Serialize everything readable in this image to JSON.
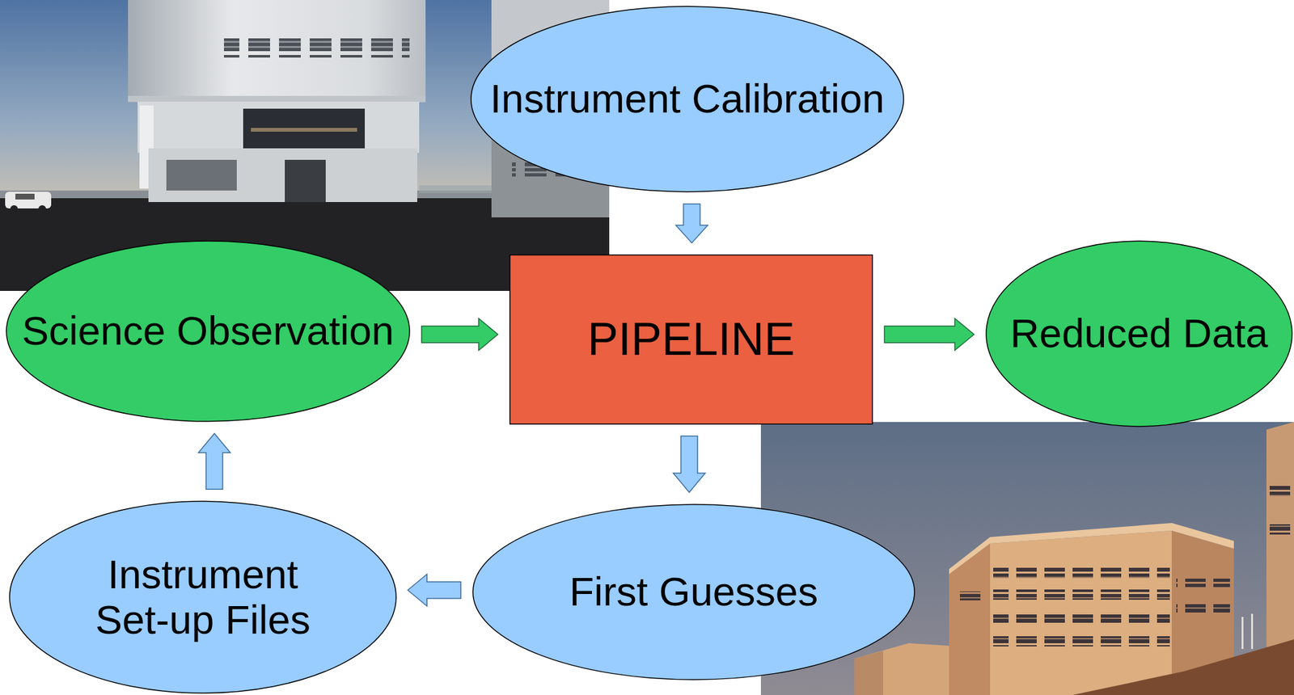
{
  "diagram": {
    "nodes": [
      {
        "text": [
          "Instrument Calibration"
        ]
      },
      {
        "text": [
          "Science Observation"
        ]
      },
      {
        "text": [
          "PIPELINE"
        ]
      },
      {
        "text": [
          "Reduced Data"
        ]
      },
      {
        "text": [
          "Instrument Set-up Files"
        ]
      },
      {
        "text": [
          "First Guesses"
        ]
      }
    ],
    "edges": [
      {
        "from": 0,
        "to": 2,
        "arrow": "to"
      },
      {
        "from": 1,
        "to": 2,
        "arrow": "to"
      },
      {
        "from": 2,
        "to": 3,
        "arrow": "to"
      },
      {
        "from": 2,
        "to": 5,
        "arrow": "to"
      },
      {
        "from": 5,
        "to": 4,
        "arrow": "to"
      },
      {
        "from": 4,
        "to": 1,
        "arrow": "to"
      }
    ]
  }
}
